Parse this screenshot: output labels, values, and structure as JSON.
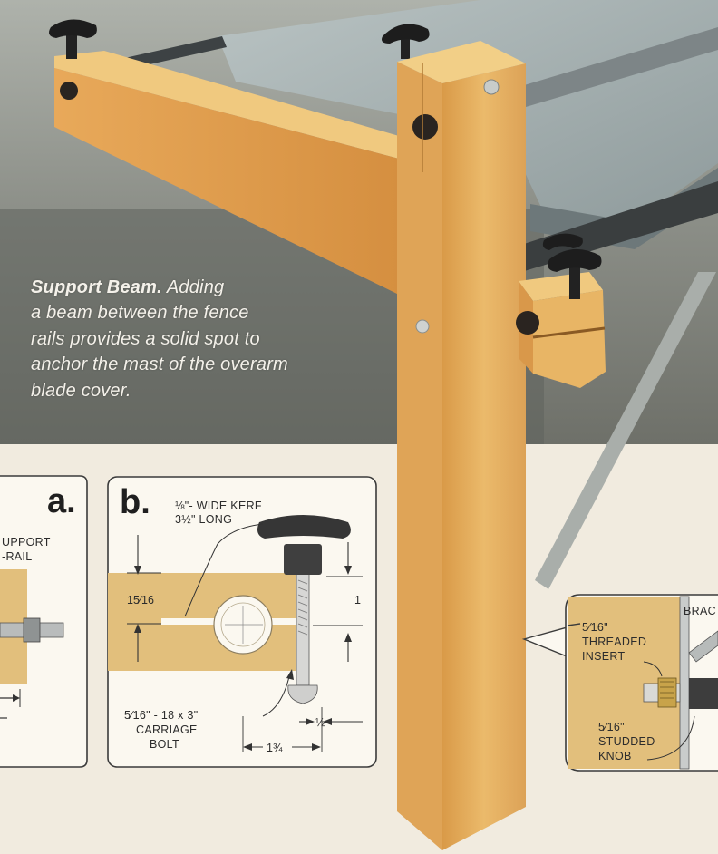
{
  "caption": {
    "title": "Support Beam.",
    "lines": [
      "Adding",
      "a beam between the fence",
      "rails provides a solid spot to",
      "anchor the mast of the overarm",
      "blade cover."
    ]
  },
  "detail_a": {
    "letter": "a.",
    "label_line1": "UPPORT",
    "label_line2": "-RAIL"
  },
  "detail_b": {
    "letter": "b.",
    "kerf_line1": "⅛\"- WIDE KERF",
    "kerf_line2": "3½\" LONG",
    "dim_left": "15⁄16",
    "dim_right": "1",
    "bolt_line1": "5⁄16\" - 18 x 3\"",
    "bolt_line2": "CARRIAGE",
    "bolt_line3": "BOLT",
    "dim_half": "½",
    "dim_width": "1¾"
  },
  "detail_c": {
    "brac": "BRAC",
    "insert_line1": "5⁄16\"",
    "insert_line2": "THREADED",
    "insert_line3": "INSERT",
    "knob_line1": "5⁄16\"",
    "knob_line2": "STUDDED",
    "knob_line3": "KNOB"
  },
  "colors": {
    "wood": "#e8b565",
    "wood_dark": "#c98f43",
    "photo_bg": "#8a8e86",
    "steel": "#9fa8a6",
    "panel_bg": "#fbf8f0",
    "panel_wood": "#e2bf7c"
  }
}
